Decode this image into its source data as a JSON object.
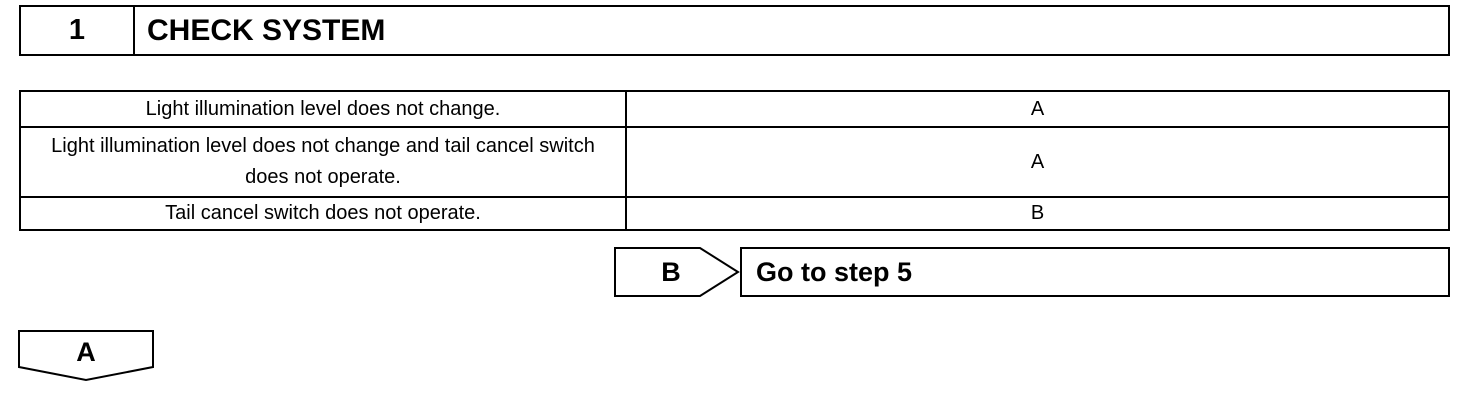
{
  "step": {
    "number": "1",
    "title": "CHECK SYSTEM"
  },
  "result_table": {
    "rows": [
      {
        "condition": "Light illumination level does not change.",
        "result": "A"
      },
      {
        "condition": "Light illumination level does not change and tail cancel switch does not operate.",
        "result": "A"
      },
      {
        "condition": "Tail cancel switch does not operate.",
        "result": "B"
      }
    ]
  },
  "branch_b": {
    "label": "B",
    "action": "Go to step 5"
  },
  "branch_a": {
    "label": "A"
  }
}
